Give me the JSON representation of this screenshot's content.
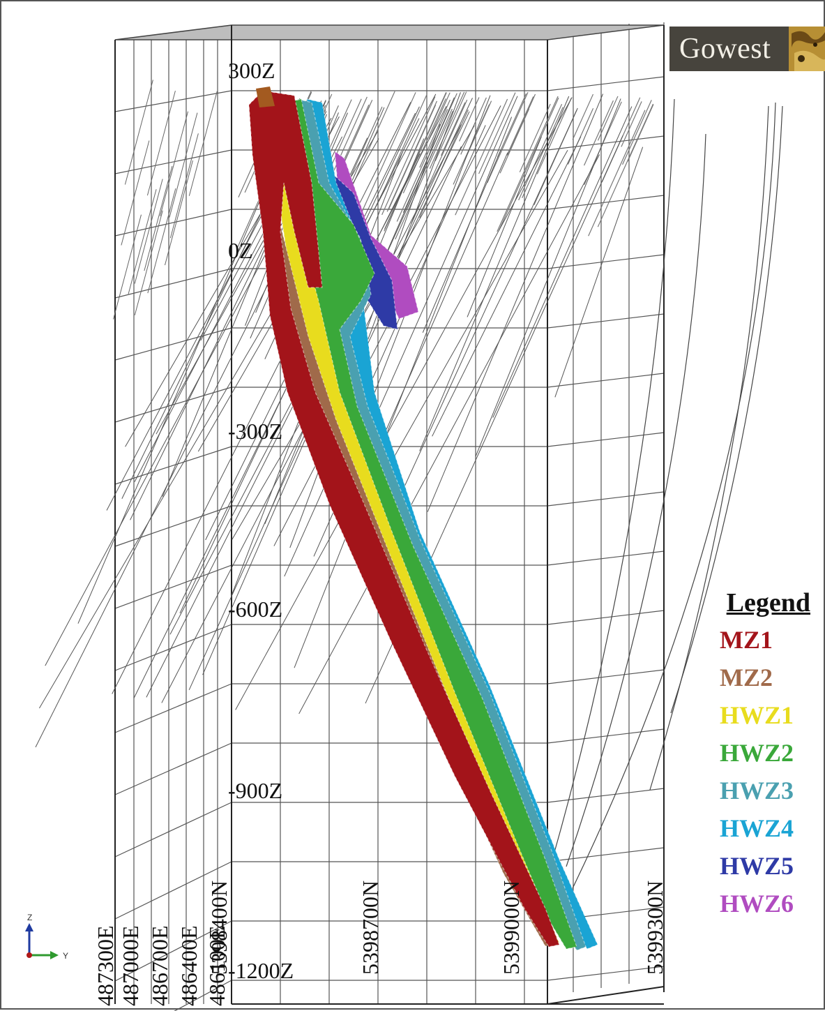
{
  "logo": {
    "text": "Gowest"
  },
  "elevation_labels": [
    "300Z",
    "0Z",
    "-300Z",
    "-600Z",
    "-900Z",
    "-1200Z"
  ],
  "easting_labels": [
    "487300E",
    "487000E",
    "486700E",
    "486400E",
    "486100E"
  ],
  "northing_labels": [
    "5398400N",
    "5398700N",
    "5399000N",
    "5399300N"
  ],
  "legend": {
    "title": "Legend",
    "items": [
      {
        "label": "MZ1",
        "color": "#a3141a"
      },
      {
        "label": "MZ2",
        "color": "#a06a4a"
      },
      {
        "label": "HWZ1",
        "color": "#e8dc1e"
      },
      {
        "label": "HWZ2",
        "color": "#3aa83a"
      },
      {
        "label": "HWZ3",
        "color": "#4aa0b0"
      },
      {
        "label": "HWZ4",
        "color": "#1aa4d4"
      },
      {
        "label": "HWZ5",
        "color": "#2e3aa6"
      },
      {
        "label": "HWZ6",
        "color": "#b04cc0"
      }
    ]
  },
  "axis_triad": {
    "z": "Z",
    "y": "Y"
  }
}
